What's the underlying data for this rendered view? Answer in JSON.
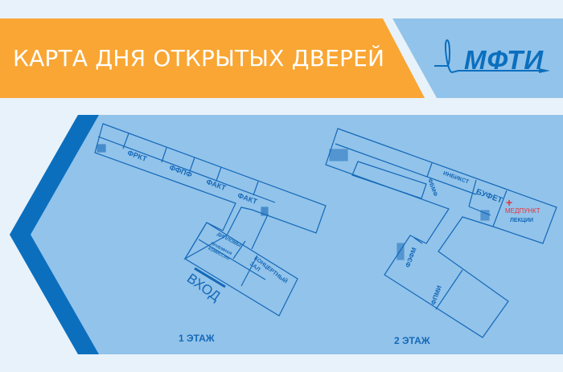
{
  "header": {
    "title": "КАРТА ДНЯ ОТКРЫТЫХ ДВЕРЕЙ",
    "logo": "МФТИ"
  },
  "colors": {
    "background": "#e8f2fa",
    "banner": "#f9a634",
    "map": "#92c3ea",
    "accent": "#0b6fbe",
    "lines": "#1468b8",
    "medical": "#e8333b"
  },
  "floor1": {
    "label": "1 ЭТАЖ",
    "rooms": {
      "frkt": "ФРКТ",
      "ffpf": "ФФПФ",
      "fakt1": "ФАКТ",
      "fakt2": "ФАКТ",
      "diplomas": "ДИПЛОМЫ",
      "admissions": "ПРИЕМНАЯ КОМИССИЯ",
      "concert_hall": "КОНЦЕРТНЫЙ ЗАЛ",
      "entrance": "ВХОД"
    }
  },
  "floor2": {
    "label": "2 ЭТАЖ",
    "rooms": {
      "inbikst": "ИНБИКСТ",
      "fbmf": "ФБМФ",
      "buffet": "БУФЕТ",
      "medpunkt": "МЕДПУНКТ",
      "medical_icon": "+",
      "lectures": "ЛЕКЦИИ",
      "fefm": "ФЭФМ",
      "fpmi": "ФПМИ"
    }
  }
}
